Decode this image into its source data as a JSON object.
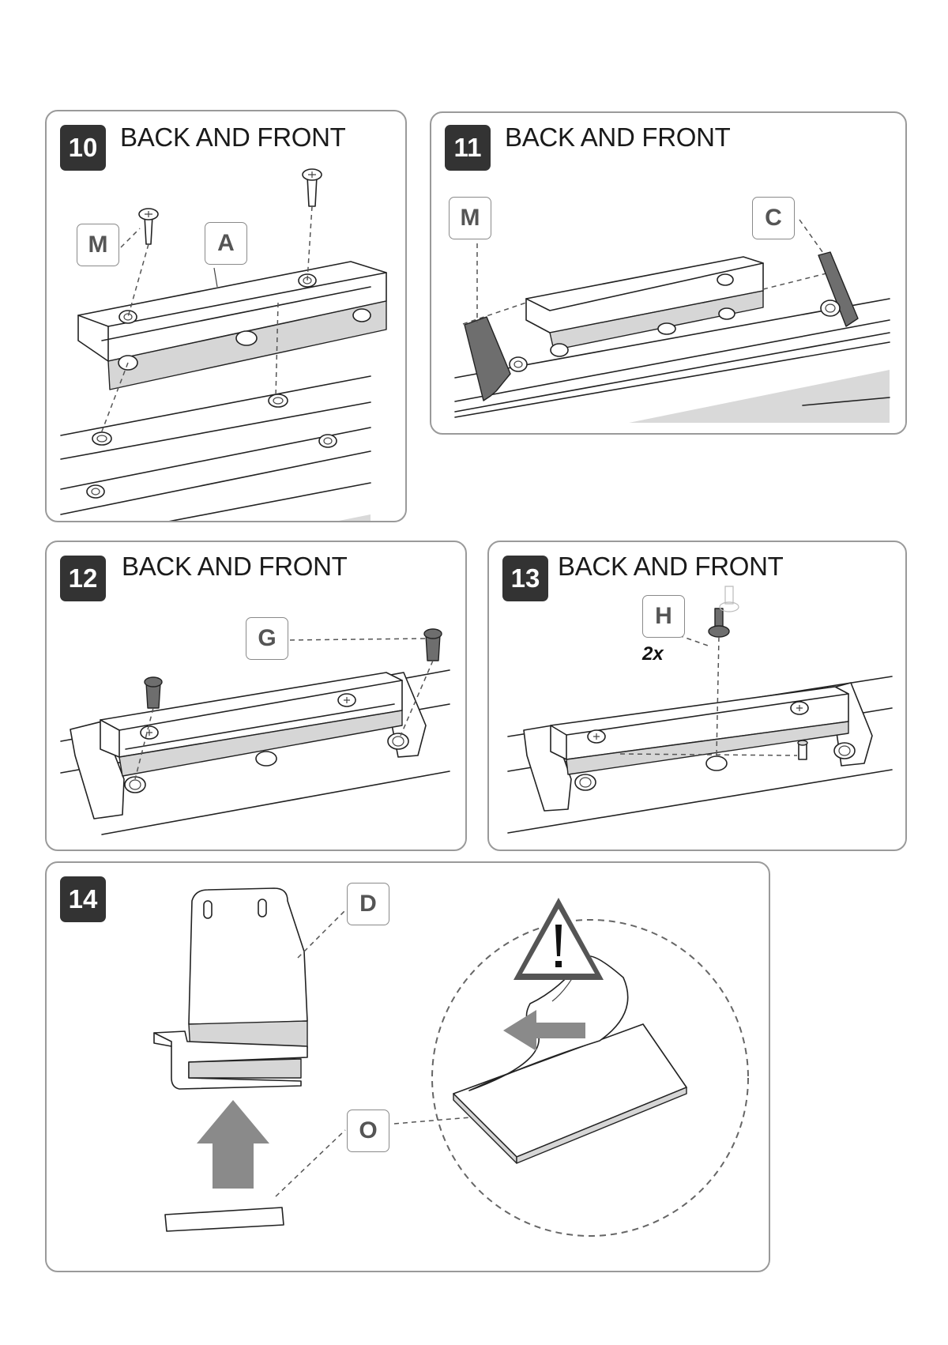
{
  "steps": [
    {
      "number": "10",
      "title": "BACK AND FRONT",
      "callouts": [
        "M",
        "A"
      ]
    },
    {
      "number": "11",
      "title": "BACK AND FRONT",
      "callouts": [
        "M",
        "C"
      ]
    },
    {
      "number": "12",
      "title": "BACK AND FRONT",
      "callouts": [
        "G"
      ]
    },
    {
      "number": "13",
      "title": "BACK AND FRONT",
      "callouts": [
        "H"
      ],
      "quantity": "2x"
    },
    {
      "number": "14",
      "title": "",
      "callouts": [
        "D",
        "O"
      ]
    }
  ],
  "icons": {
    "warning": "warning-triangle-icon",
    "arrow_up": "arrow-up-icon",
    "arrow_left": "arrow-left-icon"
  },
  "colors": {
    "step_badge": "#333333",
    "panel_border": "#9a9a9a",
    "callout_text": "#555555",
    "shade": "#d6d6d6"
  }
}
